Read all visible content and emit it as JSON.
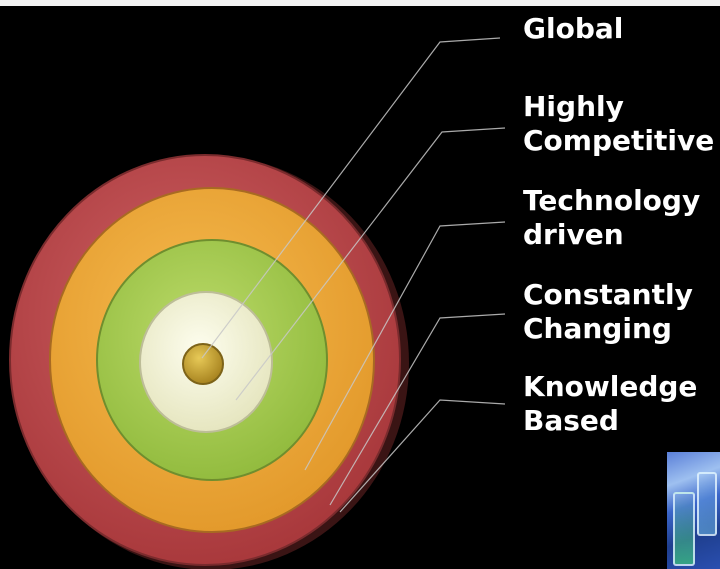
{
  "labels": {
    "global": "Global",
    "highly_line1": "Highly",
    "highly_line2": "Competitive",
    "tech_line1": "Technology",
    "tech_line2": "driven",
    "const_line1": "Constantly",
    "const_line2": "Changing",
    "know_line1": "Knowledge",
    "know_line2": "Based"
  },
  "colors": {
    "background": "#000000",
    "ring_outer": "#b84a4c",
    "ring_orange": "#eda83a",
    "ring_green": "#a7cc52",
    "ring_cream": "#f6f5d8",
    "center": "#c9a52a",
    "text": "#ffffff",
    "leader": "#c8c8c8"
  }
}
